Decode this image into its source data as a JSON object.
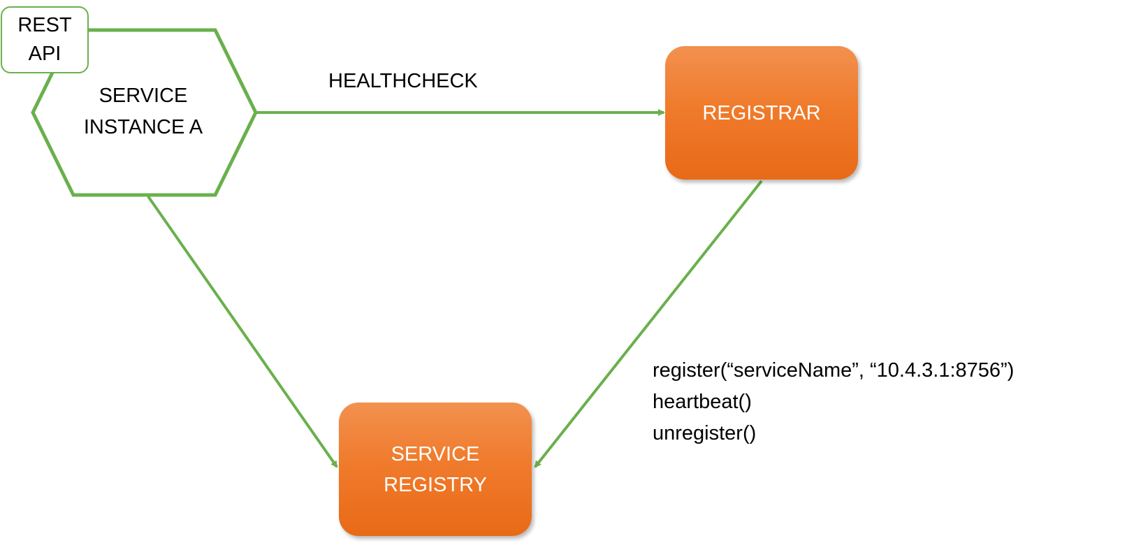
{
  "nodes": {
    "service_instance": {
      "line1": "SERVICE",
      "line2": "INSTANCE A"
    },
    "api_tag": {
      "line1": "REST",
      "line2": "API"
    },
    "registrar": {
      "label": "REGISTRAR"
    },
    "service_registry": {
      "line1": "SERVICE",
      "line2": "REGISTRY"
    }
  },
  "edges": {
    "healthcheck_label": "HEALTHCHECK"
  },
  "calls": [
    "register(“serviceName”, “10.4.3.1:8756”)",
    "heartbeat()",
    "unregister()"
  ],
  "colors": {
    "connector_green": "#6ab04c",
    "box_orange": "#f07b2c",
    "box_text": "#ffffff"
  }
}
